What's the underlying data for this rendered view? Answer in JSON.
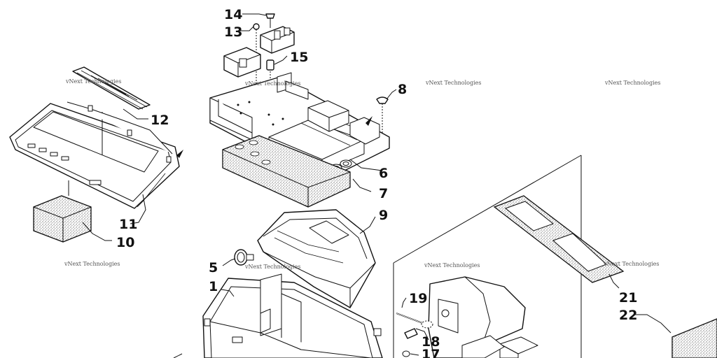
{
  "callouts": {
    "c1": "1",
    "c5": "5",
    "c6": "6",
    "c7": "7",
    "c8": "8",
    "c9": "9",
    "c10": "10",
    "c11": "11",
    "c12": "12",
    "c13": "13",
    "c14": "14",
    "c15": "15",
    "c17": "17",
    "c18": "18",
    "c19": "19",
    "c21": "21",
    "c22": "22"
  },
  "watermark": "vNext Technologies"
}
